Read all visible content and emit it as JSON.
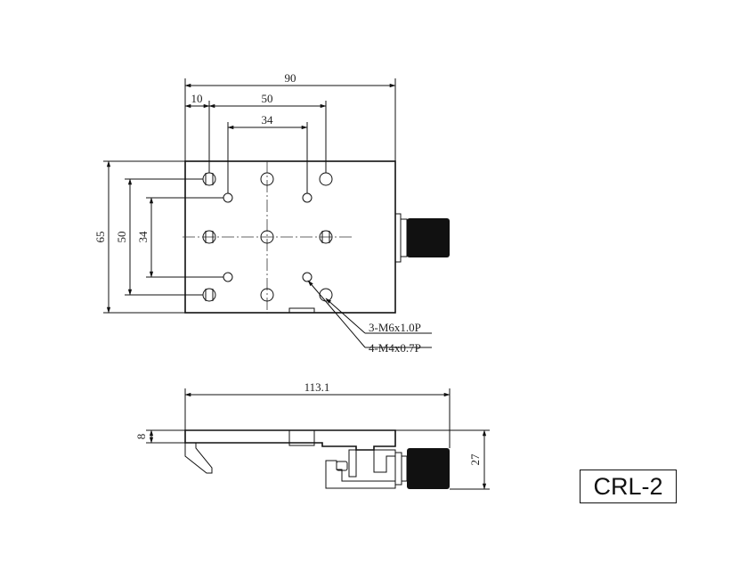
{
  "title_box": "CRL-2",
  "top_view": {
    "dim_width": "90",
    "dim_hole_offset": "10",
    "dim_hole_pitch_outer": "50",
    "dim_hole_pitch_inner": "34",
    "dim_height": "65",
    "dim_height_outer": "50",
    "dim_height_inner": "34",
    "callout_thread_1": "3-M6x1.0P",
    "callout_thread_2": "4-M4x0.7P"
  },
  "side_view": {
    "dim_length": "113.1",
    "dim_top_thickness": "8",
    "dim_total_height": "27"
  }
}
